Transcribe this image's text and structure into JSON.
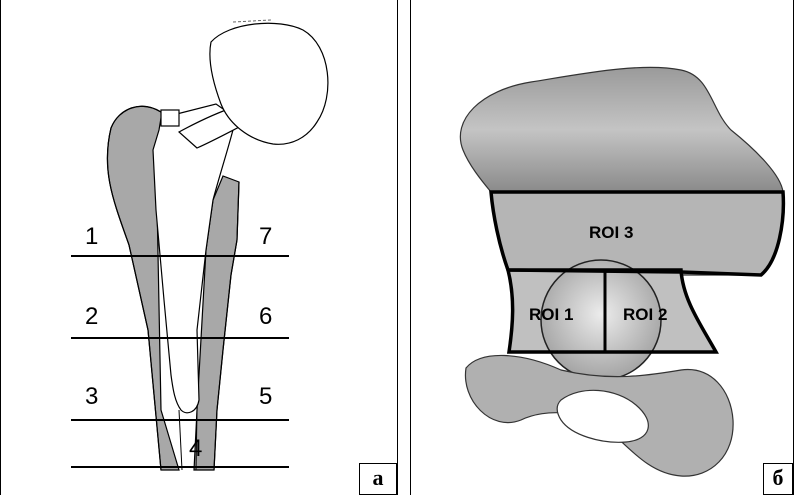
{
  "panel_a": {
    "letter": "а",
    "zones": [
      "1",
      "2",
      "3",
      "4",
      "5",
      "6",
      "7"
    ]
  },
  "panel_b": {
    "letter": "б",
    "regions": [
      "ROI 1",
      "ROI 2",
      "ROI 3"
    ]
  }
}
